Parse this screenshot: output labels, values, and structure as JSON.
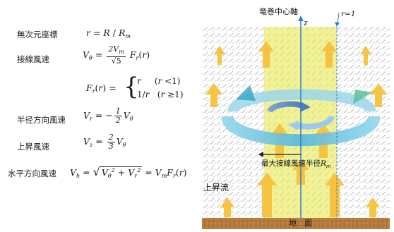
{
  "labels": {
    "dimensionless_coord": "無次元座標",
    "tangential_wind": "接線風速",
    "radial_wind": "半径方向風速",
    "updraft_speed": "上昇風速",
    "horizontal_wind": "水平方向風速"
  },
  "diagram": {
    "axis_title": "竜巻中心軸",
    "axis_var": "z",
    "r1_label": "r=1",
    "max_radius_label": "最大接線風速半径",
    "max_radius_symbol": "R",
    "max_radius_sub": "m",
    "updraft_label": "上昇流",
    "ground_label": "地　面"
  },
  "colors": {
    "core_yellow": "#f0f08c",
    "axis_blue": "#2f7fd1",
    "arrow_orange": "#f7c13a",
    "ground_brown": "#b5793c"
  }
}
